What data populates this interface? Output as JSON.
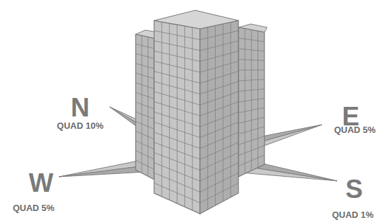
{
  "diagram": {
    "labels": [
      "N",
      "QUAD 10%",
      "E",
      "QUAD 5%",
      "W",
      "QUAD 5%",
      "S",
      "QUAD 1%"
    ]
  }
}
